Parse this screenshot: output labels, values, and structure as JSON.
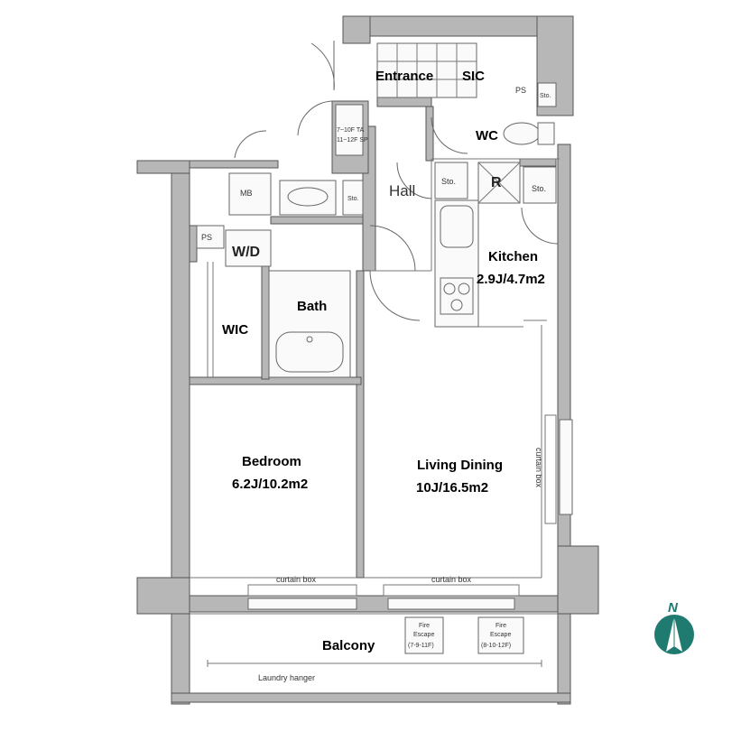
{
  "rooms": {
    "entrance": "Entrance",
    "sic": "SIC",
    "ps_top": "PS",
    "sto_top": "Sto.",
    "wc": "WC",
    "hall": "Hall",
    "sto_hall": "Sto.",
    "refrigerator": "R",
    "sto_kitchen": "Sto.",
    "mb": "MB",
    "sto_wash": "Sto.",
    "ps_left": "PS",
    "wd": "W/D",
    "kitchen_name": "Kitchen",
    "kitchen_size": "2.9J/4.7m2",
    "bath": "Bath",
    "wic": "WIC",
    "bedroom_name": "Bedroom",
    "bedroom_size": "6.2J/10.2m2",
    "living_name": "Living Dining",
    "living_size": "10J/16.5m2",
    "balcony": "Balcony"
  },
  "labels": {
    "curtain_box_bedroom": "curtain box",
    "curtain_box_living": "curtain box",
    "curtain_box_side": "curtain box",
    "laundry_hanger": "Laundry hanger",
    "meter_line1": "7~10F TA",
    "meter_line2": "11~12F SP",
    "fire1_l1": "Fire",
    "fire1_l2": "Escape",
    "fire1_l3": "(7-9-11F)",
    "fire2_l1": "Fire",
    "fire2_l2": "Escape",
    "fire2_l3": "(8-10-12F)"
  },
  "compass": {
    "label": "N",
    "color": "#1f7a6f"
  }
}
